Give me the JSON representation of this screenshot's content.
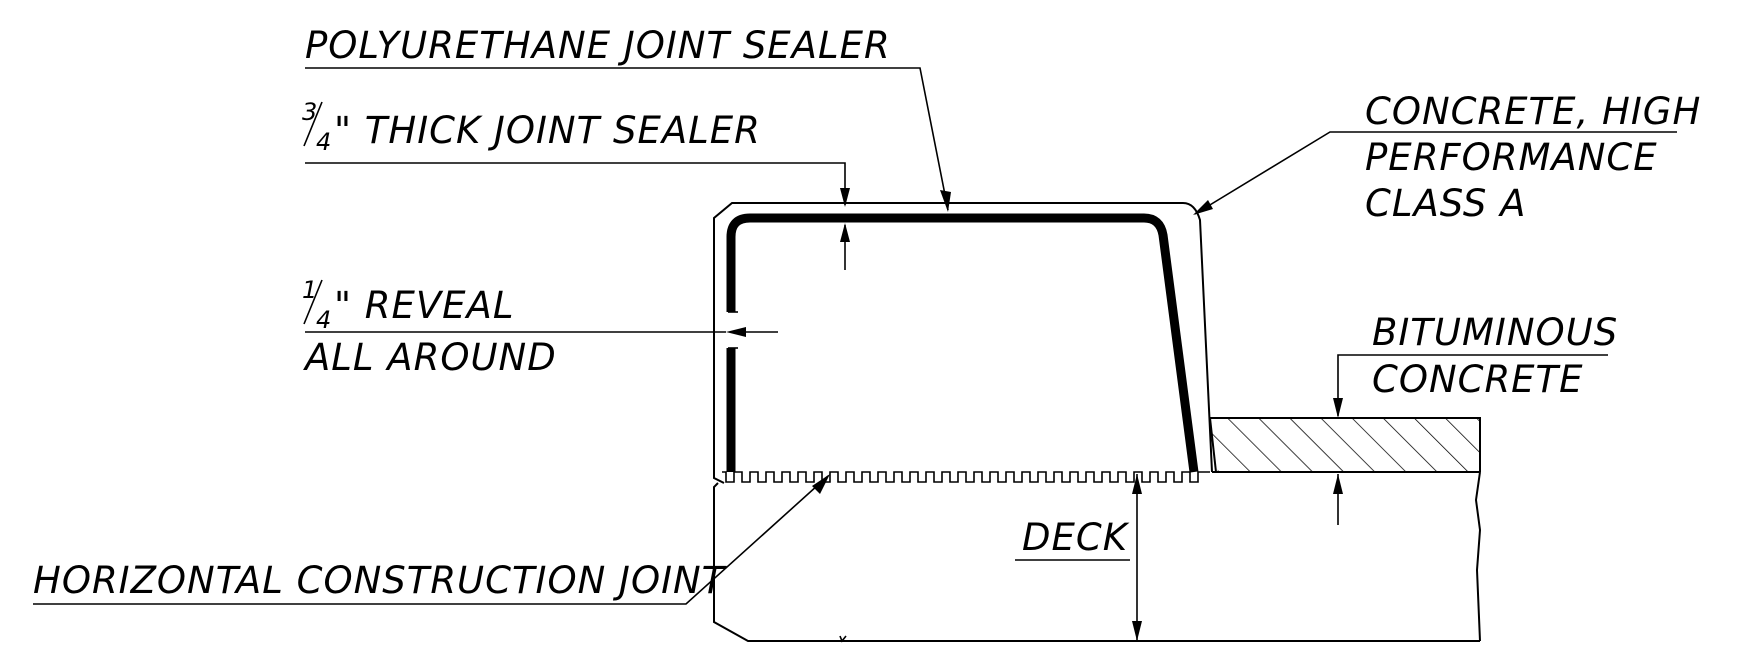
{
  "labels": {
    "polyurethane": "POLYURETHANE JOINT SEALER",
    "thick_fraction_num": "3",
    "thick_fraction_den": "4",
    "thick_rest": "\" THICK JOINT SEALER",
    "reveal_fraction_num": "1",
    "reveal_fraction_den": "4",
    "reveal_rest": "\" REVEAL",
    "reveal_line2": "ALL AROUND",
    "concrete_line1": "CONCRETE, HIGH",
    "concrete_line2": "PERFORMANCE",
    "concrete_line3": "CLASS A",
    "bituminous_line1": "BITUMINOUS",
    "bituminous_line2": "CONCRETE",
    "deck": "DECK",
    "horizontal_joint": "HORIZONTAL CONSTRUCTION JOINT"
  },
  "colors": {
    "line": "#000000",
    "background": "#ffffff"
  }
}
